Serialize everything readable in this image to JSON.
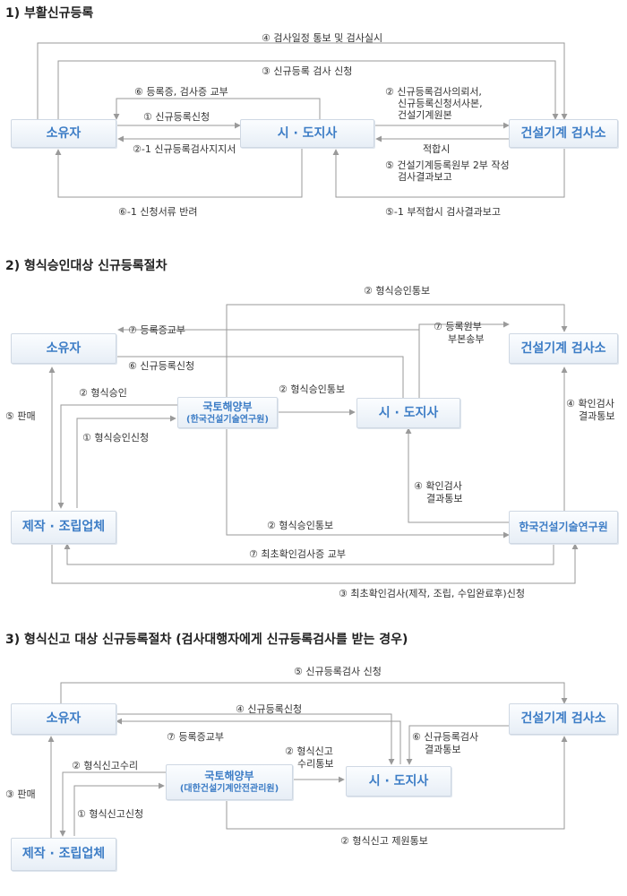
{
  "s1": {
    "title": "1) 부활신규등록",
    "boxes": {
      "owner": "소유자",
      "city": "시 · 도지사",
      "inspector": "건설기계 검사소"
    },
    "labels": {
      "l4": "④ 검사일정 통보 및 검사실시",
      "l3": "③ 신규등록 검사 신청",
      "l6": "⑥ 등록증, 검사증 교부",
      "l2a": "② 신규등록검사의뢰서,",
      "l2b": "신규등록신청서사본,",
      "l2c": "건설기계원본",
      "l1": "① 신규등록신청",
      "l21": "②-1 신규등록검사지지서",
      "lfit": "적합시",
      "l5a": "⑤ 건설기계등록원부 2부 작성",
      "l5b": "검사결과보고",
      "l61": "⑥-1 신청서류 반려",
      "l51": "⑤-1 부적합시 검사결과보고"
    }
  },
  "s2": {
    "title": "2) 형식승인대상 신규등록절차",
    "boxes": {
      "owner": "소유자",
      "inspector": "건설기계 검사소",
      "ministry": "국토해양부",
      "ministry_sub": "(한국건설기술연구원)",
      "city": "시 · 도지사",
      "maker": "제작 · 조립업체",
      "kict": "한국건설기술연구원"
    },
    "labels": {
      "top2": "② 형식승인통보",
      "l7a": "⑦ 등록증교부",
      "l7ra": "⑦ 등록원부",
      "l7rb": "부본송부",
      "l6": "⑥ 신규등록신청",
      "l2ap": "② 형식승인",
      "l2n": "② 형식승인통보",
      "l5": "⑤ 판매",
      "l1": "① 형식승인신청",
      "l4a": "④ 확인검사",
      "l4b": "결과통보",
      "l4ra": "④ 확인검사",
      "l4rb": "결과통보",
      "l2b": "② 형식승인통보",
      "l7b": "⑦ 최초확인검사증 교부",
      "l3": "③ 최초확인검사(제작, 조립, 수입완료후)신청"
    }
  },
  "s3": {
    "title": "3) 형식신고 대상 신규등록절차 (검사대행자에게 신규등록검사를 받는 경우)",
    "boxes": {
      "owner": "소유자",
      "inspector": "건설기계 검사소",
      "ministry": "국토해양부",
      "ministry_sub": "(대한건설기계안전관리원)",
      "city": "시 · 도지사",
      "maker": "제작 · 조립업체"
    },
    "labels": {
      "l5": "⑤ 신규등록검사 신청",
      "l4": "④ 신규등록신청",
      "l7": "⑦ 등록증교부",
      "l6a": "⑥ 신규등록검사",
      "l6b": "결과통보",
      "l2ra": "② 형식신고",
      "l2rb": "수리통보",
      "l2r": "② 형식신고수리",
      "l3": "③ 판매",
      "l1": "① 형식신고신청",
      "l2b": "② 형식신고 제원통보"
    }
  }
}
